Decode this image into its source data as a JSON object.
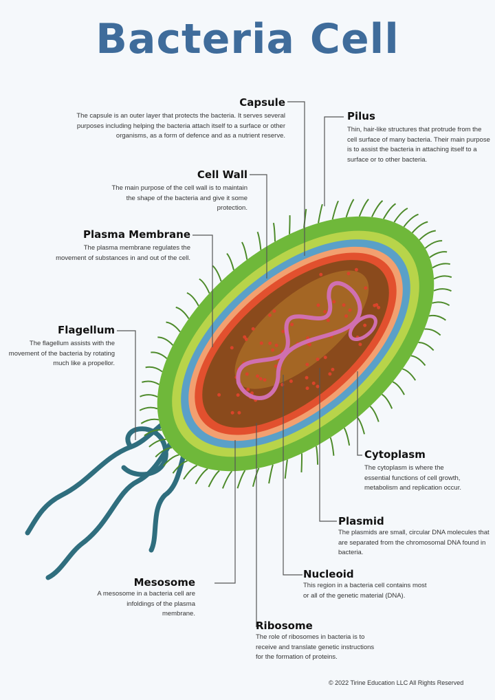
{
  "title": "Bacteria Cell",
  "labels": {
    "capsule": {
      "name": "Capsule",
      "text": "The capsule is an outer layer that protects the bacteria. It serves several purposes including  helping the bacteria attach itself to a surface or other organisms, as a form of defence and as a nutrient reserve."
    },
    "cell_wall": {
      "name": "Cell Wall",
      "text": "The main purpose of the cell wall is to maintain the shape of the bacteria and give it some protection."
    },
    "plasma_membrane": {
      "name": "Plasma Membrane",
      "text": "The plasma membrane regulates the movement of substances in and out of the cell."
    },
    "flagellum": {
      "name": "Flagellum",
      "text": "The flagellum assists with the movement of the bacteria by rotating much like a propellor."
    },
    "pilus": {
      "name": "Pilus",
      "text": "Thin, hair-like structures that protrude from the cell surface of many bacteria. Their main purpose is to assist the bacteria in attaching itself to a surface or to other bacteria."
    },
    "cytoplasm": {
      "name": "Cytoplasm",
      "text": "The cytoplasm is where the essential functions of cell growth, metabolism and replication occur."
    },
    "plasmid": {
      "name": "Plasmid",
      "text": "The plasmids are small, circular DNA molecules that are separated from the chromosomal DNA found in bacteria."
    },
    "nucleoid": {
      "name": "Nucleoid",
      "text": "This region in a bacteria cell contains most or all of the genetic material (DNA)."
    },
    "mesosome": {
      "name": "Mesosome",
      "text": "A mesosome in a bacteria cell are infoldings of the plasma membrane."
    },
    "ribosome": {
      "name": "Ribosome",
      "text": "The role of ribosomes in bacteria is to receive and translate genetic instructions for the formation of proteins."
    }
  },
  "copyright": "© 2022  Tirine Education LLC  All Rights Reserved",
  "colors": {
    "title": "#3f6c9b",
    "capsule": "#6fb83a",
    "wall": "#5aa0c8",
    "membrane": "#e2502e",
    "cytoplasm": "#8a4a1c",
    "dna": "#d070b0",
    "flagellum": "#2f6e7e"
  }
}
